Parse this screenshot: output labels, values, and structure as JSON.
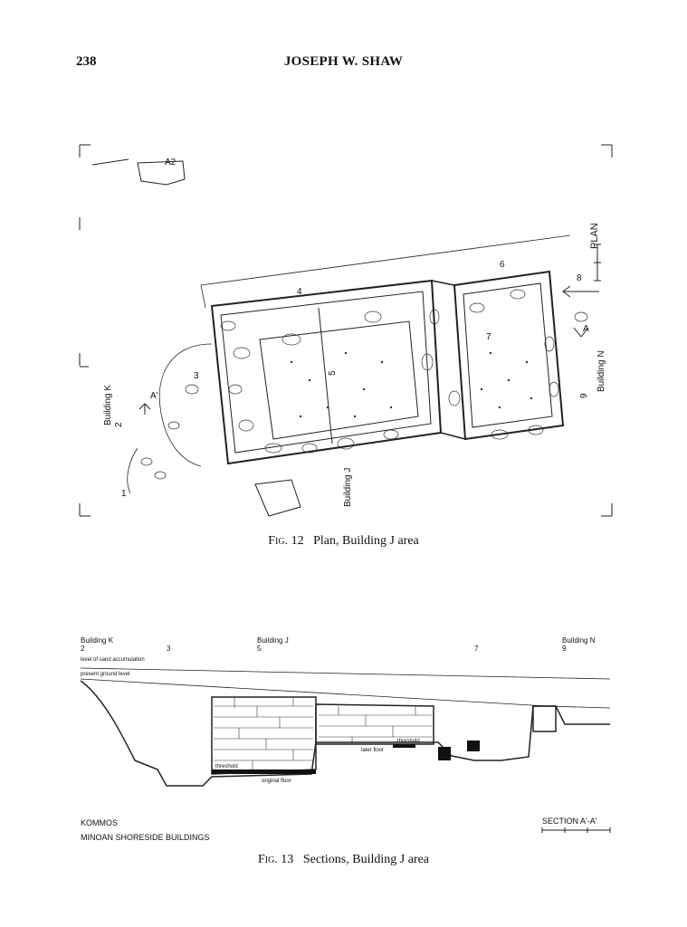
{
  "page": {
    "number": "238",
    "running_head": "JOSEPH W. SHAW"
  },
  "fig12": {
    "label": "Fig. 12",
    "title": "Plan, Building J area",
    "plan_label": "PLAN",
    "labels": {
      "a2": "A2",
      "building_k": "Building K",
      "building_j": "Building J",
      "building_n": "Building N",
      "r1": "1",
      "r2": "2",
      "r3": "3",
      "r4": "4",
      "r5": "5",
      "r6": "6",
      "r7": "7",
      "r8": "8",
      "r9": "9",
      "section_a": "A'",
      "section_a_right": "A"
    }
  },
  "fig13": {
    "label": "Fig. 13",
    "title": "Sections, Building J area",
    "labels": {
      "building_k": "Building K",
      "building_j": "Building J",
      "building_n": "Building N",
      "r2": "2",
      "r3": "3",
      "r5": "5",
      "r7": "7",
      "r9": "9",
      "sand_level": "level of sand accumulation",
      "present_ground": "present ground level",
      "threshold": "threshold",
      "later_floor": "later floor",
      "original_floor": "original floor",
      "site": "KOMMOS",
      "subtitle": "MINOAN  SHORESIDE  BUILDINGS",
      "section": "SECTION  A'-A'"
    }
  }
}
